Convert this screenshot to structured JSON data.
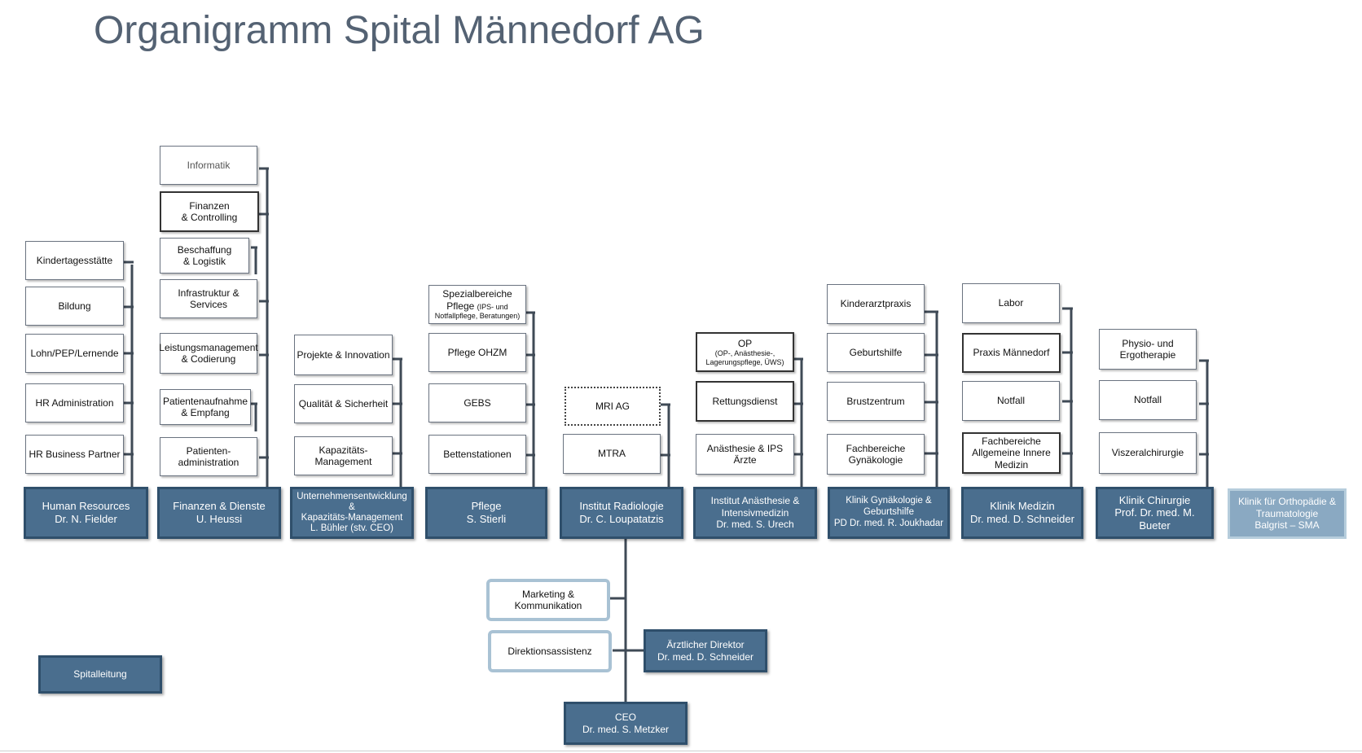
{
  "title": "Organigramm Spital Männedorf AG",
  "boxes": {
    "kindertagesstaette": "Kindertagesstätte",
    "bildung": "Bildung",
    "lohn": "Lohn/PEP/Lernende",
    "hr_admin": "HR Administration",
    "hr_business": "HR Business Partner",
    "informatik": "Informatik",
    "finanzen_controlling": [
      "Finanzen",
      "& Controlling"
    ],
    "beschaffung": [
      "Beschaffung",
      "& Logistik"
    ],
    "infrastruktur": [
      "Infrastruktur &",
      "Services"
    ],
    "leistungsmanagement": [
      "Leistungsmanagement",
      "& Codierung"
    ],
    "patientenaufnahme": [
      "Patientenaufnahme",
      "& Empfang"
    ],
    "patientenadmin": [
      "Patienten-",
      "administration"
    ],
    "projekte": "Projekte & Innovation",
    "qualitaet": "Qualität & Sicherheit",
    "kapazitaet": [
      "Kapazitäts-",
      "Management"
    ],
    "spezialbereiche": [
      "Spezialbereiche",
      "Pflege",
      "(IPS- und",
      "Notfallpflege, Beratungen)"
    ],
    "pflege_ohzm": "Pflege OHZM",
    "gebs": "GEBS",
    "bettenstationen": "Bettenstationen",
    "mri": "MRI AG",
    "mtra": "MTRA",
    "op": [
      "OP",
      "(OP-, Anästhesie-,",
      "Lagerungspflege, ÜWS)"
    ],
    "rettungsdienst": "Rettungsdienst",
    "anaesthesie_aerzte": [
      "Anästhesie & IPS",
      "Ärzte"
    ],
    "kinderarztpraxis": "Kinderarztpraxis",
    "geburtshilfe": "Geburtshilfe",
    "brustzentrum": "Brustzentrum",
    "fb_gynaekologie": [
      "Fachbereiche",
      "Gynäkologie"
    ],
    "labor": "Labor",
    "praxis_maennedorf": "Praxis Männedorf",
    "notfall_med": "Notfall",
    "fb_innere": [
      "Fachbereiche",
      "Allgemeine Innere",
      "Medizin"
    ],
    "physio": [
      "Physio- und",
      "Ergotherapie"
    ],
    "notfall_chir": "Notfall",
    "viszeral": "Viszeralchirurgie",
    "marketing": [
      "Marketing &",
      "Kommunikation"
    ],
    "direktionsassistenz": "Direktionsassistenz"
  },
  "departments": {
    "hr": [
      "Human Resources",
      "Dr. N. Fielder"
    ],
    "finanzen_dienste": [
      "Finanzen & Dienste",
      "U. Heussi"
    ],
    "unternehmensentwicklung": [
      "Unternehmensentwicklung",
      "&",
      "Kapazitäts-Management",
      "L. Bühler (stv. CEO)"
    ],
    "pflege": [
      "Pflege",
      "S. Stierli"
    ],
    "radiologie": [
      "Institut Radiologie",
      "Dr. C. Loupatatzis"
    ],
    "anaesthesie": [
      "Institut Anästhesie &",
      "Intensivmedizin",
      "Dr. med. S. Urech"
    ],
    "gynaekologie": [
      "Klinik Gynäkologie &",
      "Geburtshilfe",
      "PD Dr. med. R. Joukhadar"
    ],
    "medizin": [
      "Klinik Medizin",
      "Dr. med. D. Schneider"
    ],
    "chirurgie": [
      "Klinik Chirurgie",
      "Prof. Dr. med. M. Bueter"
    ],
    "orthopaedie": [
      "Klinik für Orthopädie &",
      "Traumatologie",
      "Balgrist – SMA"
    ],
    "spitalleitung": "Spitalleitung",
    "aerztlicher_direktor": [
      "Ärztlicher Direktor",
      "Dr. med. D. Schneider"
    ],
    "ceo": [
      "CEO",
      "Dr. med. S. Metzker"
    ]
  },
  "colors": {
    "dark_box": "#4a6e8e",
    "dark_border": "#2f4f6b",
    "light_box": "#8aa9c2",
    "line": "#3f4a56",
    "title": "#546273"
  }
}
